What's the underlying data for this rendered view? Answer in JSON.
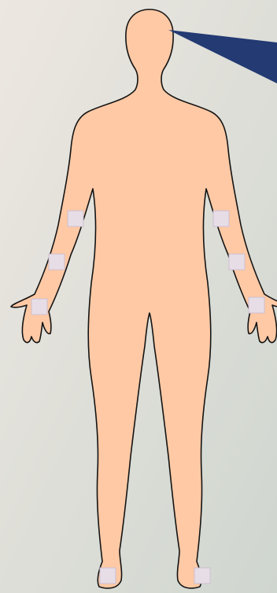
{
  "colors": {
    "background_top_left": "#ede7e1",
    "background_bottom_right": "#cfd6cf",
    "skin": "#ffc9a5",
    "outline": "#141414",
    "pointer": "#233a73",
    "marker_fill": "#e7dde7",
    "marker_stroke": "#cdbfcf"
  },
  "figure": {
    "view": "anterior",
    "marker_count": 8,
    "markers": [
      {
        "site": "left-upper-arm"
      },
      {
        "site": "left-forearm"
      },
      {
        "site": "left-hand"
      },
      {
        "site": "right-upper-arm"
      },
      {
        "site": "right-forearm"
      },
      {
        "site": "right-hand"
      },
      {
        "site": "left-foot"
      },
      {
        "site": "right-foot"
      }
    ],
    "pointer_target": "forehead"
  }
}
